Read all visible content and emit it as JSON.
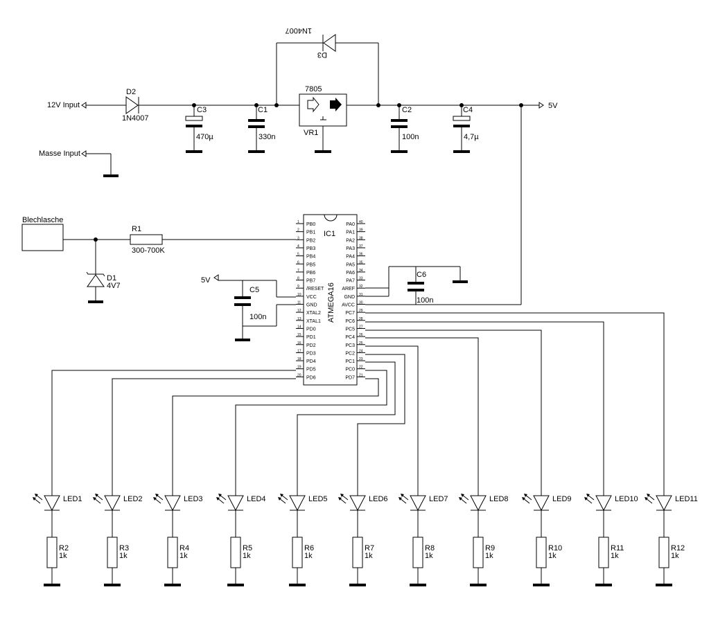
{
  "labels": {
    "in12v": "12V Input",
    "masse": "Masse Input",
    "out5v": "5V",
    "reg_name": "7805",
    "reg_ref": "VR1",
    "d3_ref": "D3",
    "d3_val": "1N4007",
    "d2_ref": "D2",
    "d2_val": "1N4007",
    "c3_ref": "C3",
    "c3_val": "470µ",
    "c1_ref": "C1",
    "c1_val": "330n",
    "c2_ref": "C2",
    "c2_val": "100n",
    "c4_ref": "C4",
    "c4_val": "4,7µ",
    "blech": "Blechlasche",
    "r1_ref": "R1",
    "r1_val": "300-700K",
    "d1_ref": "D1",
    "d1_val": "4V7",
    "vcc_5v": "5V",
    "c5_ref": "C5",
    "c5_val": "100n",
    "c6_ref": "C6",
    "c6_val": "100n",
    "ic_ref": "IC1",
    "ic_name": "ATMEGA16"
  },
  "ic_left_pins": [
    {
      "name": "PB0",
      "num": "1"
    },
    {
      "name": "PB1",
      "num": "2"
    },
    {
      "name": "PB2",
      "num": "3"
    },
    {
      "name": "PB3",
      "num": "4"
    },
    {
      "name": "PB4",
      "num": "5"
    },
    {
      "name": "PB5",
      "num": "6"
    },
    {
      "name": "PB6",
      "num": "7"
    },
    {
      "name": "PB7",
      "num": "8"
    },
    {
      "name": "/RESET",
      "num": "9"
    },
    {
      "name": "VCC",
      "num": "10"
    },
    {
      "name": "GND",
      "num": "11"
    },
    {
      "name": "XTAL2",
      "num": "12"
    },
    {
      "name": "XTAL1",
      "num": "13"
    },
    {
      "name": "PD0",
      "num": "14"
    },
    {
      "name": "PD1",
      "num": "15"
    },
    {
      "name": "PD2",
      "num": "16"
    },
    {
      "name": "PD3",
      "num": "17"
    },
    {
      "name": "PD4",
      "num": "18"
    },
    {
      "name": "PD5",
      "num": "19"
    },
    {
      "name": "PD6",
      "num": "20"
    }
  ],
  "ic_right_pins": [
    {
      "name": "PA0",
      "num": "40"
    },
    {
      "name": "PA1",
      "num": "39"
    },
    {
      "name": "PA2",
      "num": "38"
    },
    {
      "name": "PA3",
      "num": "37"
    },
    {
      "name": "PA4",
      "num": "36"
    },
    {
      "name": "PA5",
      "num": "35"
    },
    {
      "name": "PA6",
      "num": "34"
    },
    {
      "name": "PA7",
      "num": "33"
    },
    {
      "name": "AREF",
      "num": "32"
    },
    {
      "name": "GND",
      "num": "31"
    },
    {
      "name": "AVCC",
      "num": "30"
    },
    {
      "name": "PC7",
      "num": "29"
    },
    {
      "name": "PC6",
      "num": "28"
    },
    {
      "name": "PC5",
      "num": "27"
    },
    {
      "name": "PC4",
      "num": "26"
    },
    {
      "name": "PC3",
      "num": "25"
    },
    {
      "name": "PC2",
      "num": "24"
    },
    {
      "name": "PC1",
      "num": "23"
    },
    {
      "name": "PC0",
      "num": "22"
    },
    {
      "name": "PD7",
      "num": "21"
    }
  ],
  "leds": [
    {
      "led": "LED1",
      "res": "R2",
      "val": "1k"
    },
    {
      "led": "LED2",
      "res": "R3",
      "val": "1k"
    },
    {
      "led": "LED3",
      "res": "R4",
      "val": "1k"
    },
    {
      "led": "LED4",
      "res": "R5",
      "val": "1k"
    },
    {
      "led": "LED5",
      "res": "R6",
      "val": "1k"
    },
    {
      "led": "LED6",
      "res": "R7",
      "val": "1k"
    },
    {
      "led": "LED7",
      "res": "R8",
      "val": "1k"
    },
    {
      "led": "LED8",
      "res": "R9",
      "val": "1k"
    },
    {
      "led": "LED9",
      "res": "R10",
      "val": "1k"
    },
    {
      "led": "LED10",
      "res": "R11",
      "val": "1k"
    },
    {
      "led": "LED11",
      "res": "R12",
      "val": "1k"
    }
  ]
}
